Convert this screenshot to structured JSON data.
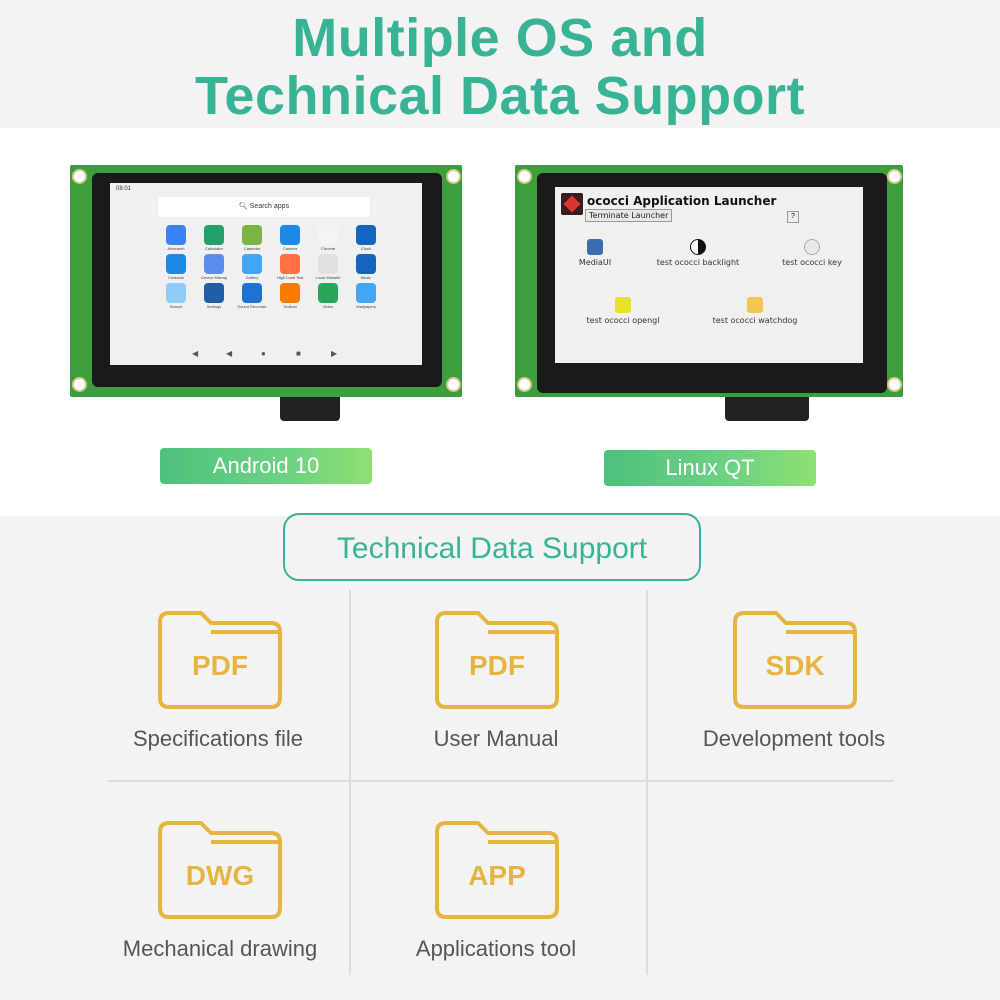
{
  "heading": {
    "line1": "Multiple OS and",
    "line2": "Technical Data Support"
  },
  "android": {
    "badge": "Android 10",
    "time": "08:01",
    "search_placeholder": "Search apps",
    "apps": [
      "Airsearch",
      "Calculator",
      "Calendar",
      "Camera",
      "Chrome",
      "Clock",
      "Contacts",
      "Device Manag",
      "Gallery",
      "High Load Test",
      "Local Website",
      "Music",
      "Search",
      "Settings",
      "Sound Recorder",
      "Toolbox",
      "Video",
      "Wallpapers"
    ]
  },
  "linux": {
    "badge": "Linux QT",
    "app_title": "ococci Application Launcher",
    "terminate": "Terminate Launcher",
    "help": "?",
    "items": [
      "MediaUI",
      "test ococci backlight",
      "test ococci key",
      "test ococci opengl",
      "test ococci watchdog"
    ]
  },
  "tech_support": {
    "title": "Technical Data Support",
    "docs": [
      {
        "tag": "PDF",
        "label": "Specifications file"
      },
      {
        "tag": "PDF",
        "label": "User Manual"
      },
      {
        "tag": "SDK",
        "label": "Development tools"
      },
      {
        "tag": "DWG",
        "label": "Mechanical drawing"
      },
      {
        "tag": "APP",
        "label": "Applications tool"
      }
    ]
  },
  "colors": {
    "accent": "#39b395",
    "folder": "#e6b440",
    "board": "#3c9e3c"
  }
}
